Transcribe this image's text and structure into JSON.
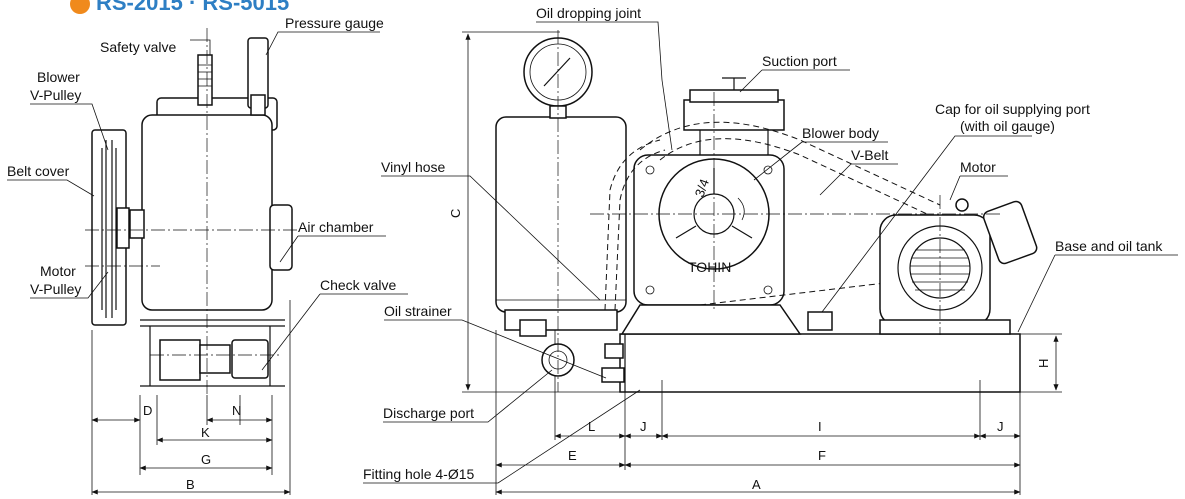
{
  "title": "RS-2015 · RS-5015",
  "colors": {
    "title": "#2e7fc4",
    "title_icon": "#f08a1c",
    "ink": "#111111"
  },
  "callouts": {
    "safety_valve": "Safety valve",
    "pressure_gauge": "Pressure gauge",
    "blower_v_pulley_1": "Blower",
    "blower_v_pulley_2": "V-Pulley",
    "belt_cover": "Belt cover",
    "motor_v_pulley_1": "Motor",
    "motor_v_pulley_2": "V-Pulley",
    "air_chamber": "Air chamber",
    "check_valve": "Check valve",
    "oil_dropping_joint": "Oil dropping joint",
    "suction_port": "Suction port",
    "cap_oil_1": "Cap for oil supplying port",
    "cap_oil_2": "(with oil gauge)",
    "blower_body": "Blower body",
    "v_belt": "V-Belt",
    "vinyl_hose": "Vinyl hose",
    "motor": "Motor",
    "base_oil_tank": "Base and oil tank",
    "oil_strainer": "Oil strainer",
    "discharge_port": "Discharge port",
    "fitting_hole": "Fitting hole 4-Ø15",
    "brand": "TOHIN",
    "blower_mark": "3/4"
  },
  "dimensions": {
    "A": "A",
    "B": "B",
    "C": "C",
    "D": "D",
    "E": "E",
    "F": "F",
    "G": "G",
    "H": "H",
    "I": "I",
    "J": "J",
    "K": "K",
    "L": "L",
    "N": "N"
  }
}
